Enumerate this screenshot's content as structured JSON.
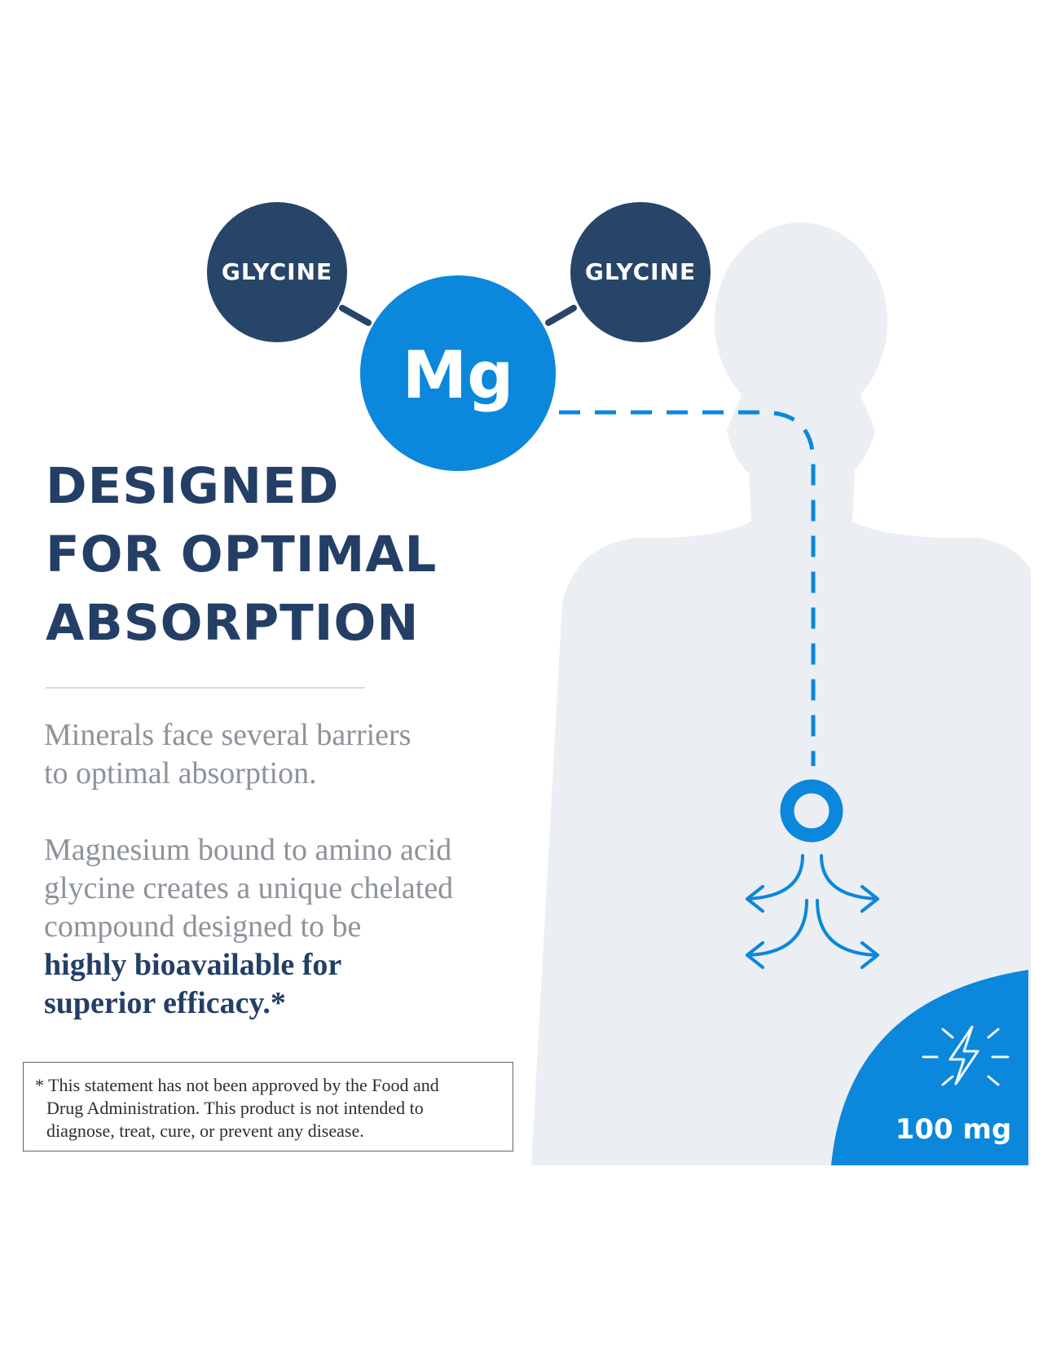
{
  "molecule": {
    "ligand_left": "GLYCINE",
    "ligand_right": "GLYCINE",
    "core": "Mg"
  },
  "headline": [
    "DESIGNED",
    "FOR OPTIMAL",
    "ABSORPTION"
  ],
  "intro": [
    "Minerals face several barriers",
    "to optimal absorption."
  ],
  "body": {
    "lines": [
      "Magnesium bound to amino acid",
      "glycine creates a unique chelated",
      "compound designed to be"
    ],
    "emphasis": [
      "highly bioavailable for",
      "superior efficacy.*"
    ]
  },
  "disclaimer": {
    "lines": [
      "* This statement has not been approved by the Food and",
      "Drug Administration. This product is not intended to",
      "diagnose, treat, cure, or prevent any disease."
    ]
  },
  "dose": {
    "amount": "100 mg",
    "icon": "lightning-bolt-icon"
  },
  "colors": {
    "navy": "#264568",
    "blue": "#0b87dc",
    "silhouette": "#ebeef2",
    "headline": "#243f66",
    "body_text": "#8d939a"
  }
}
